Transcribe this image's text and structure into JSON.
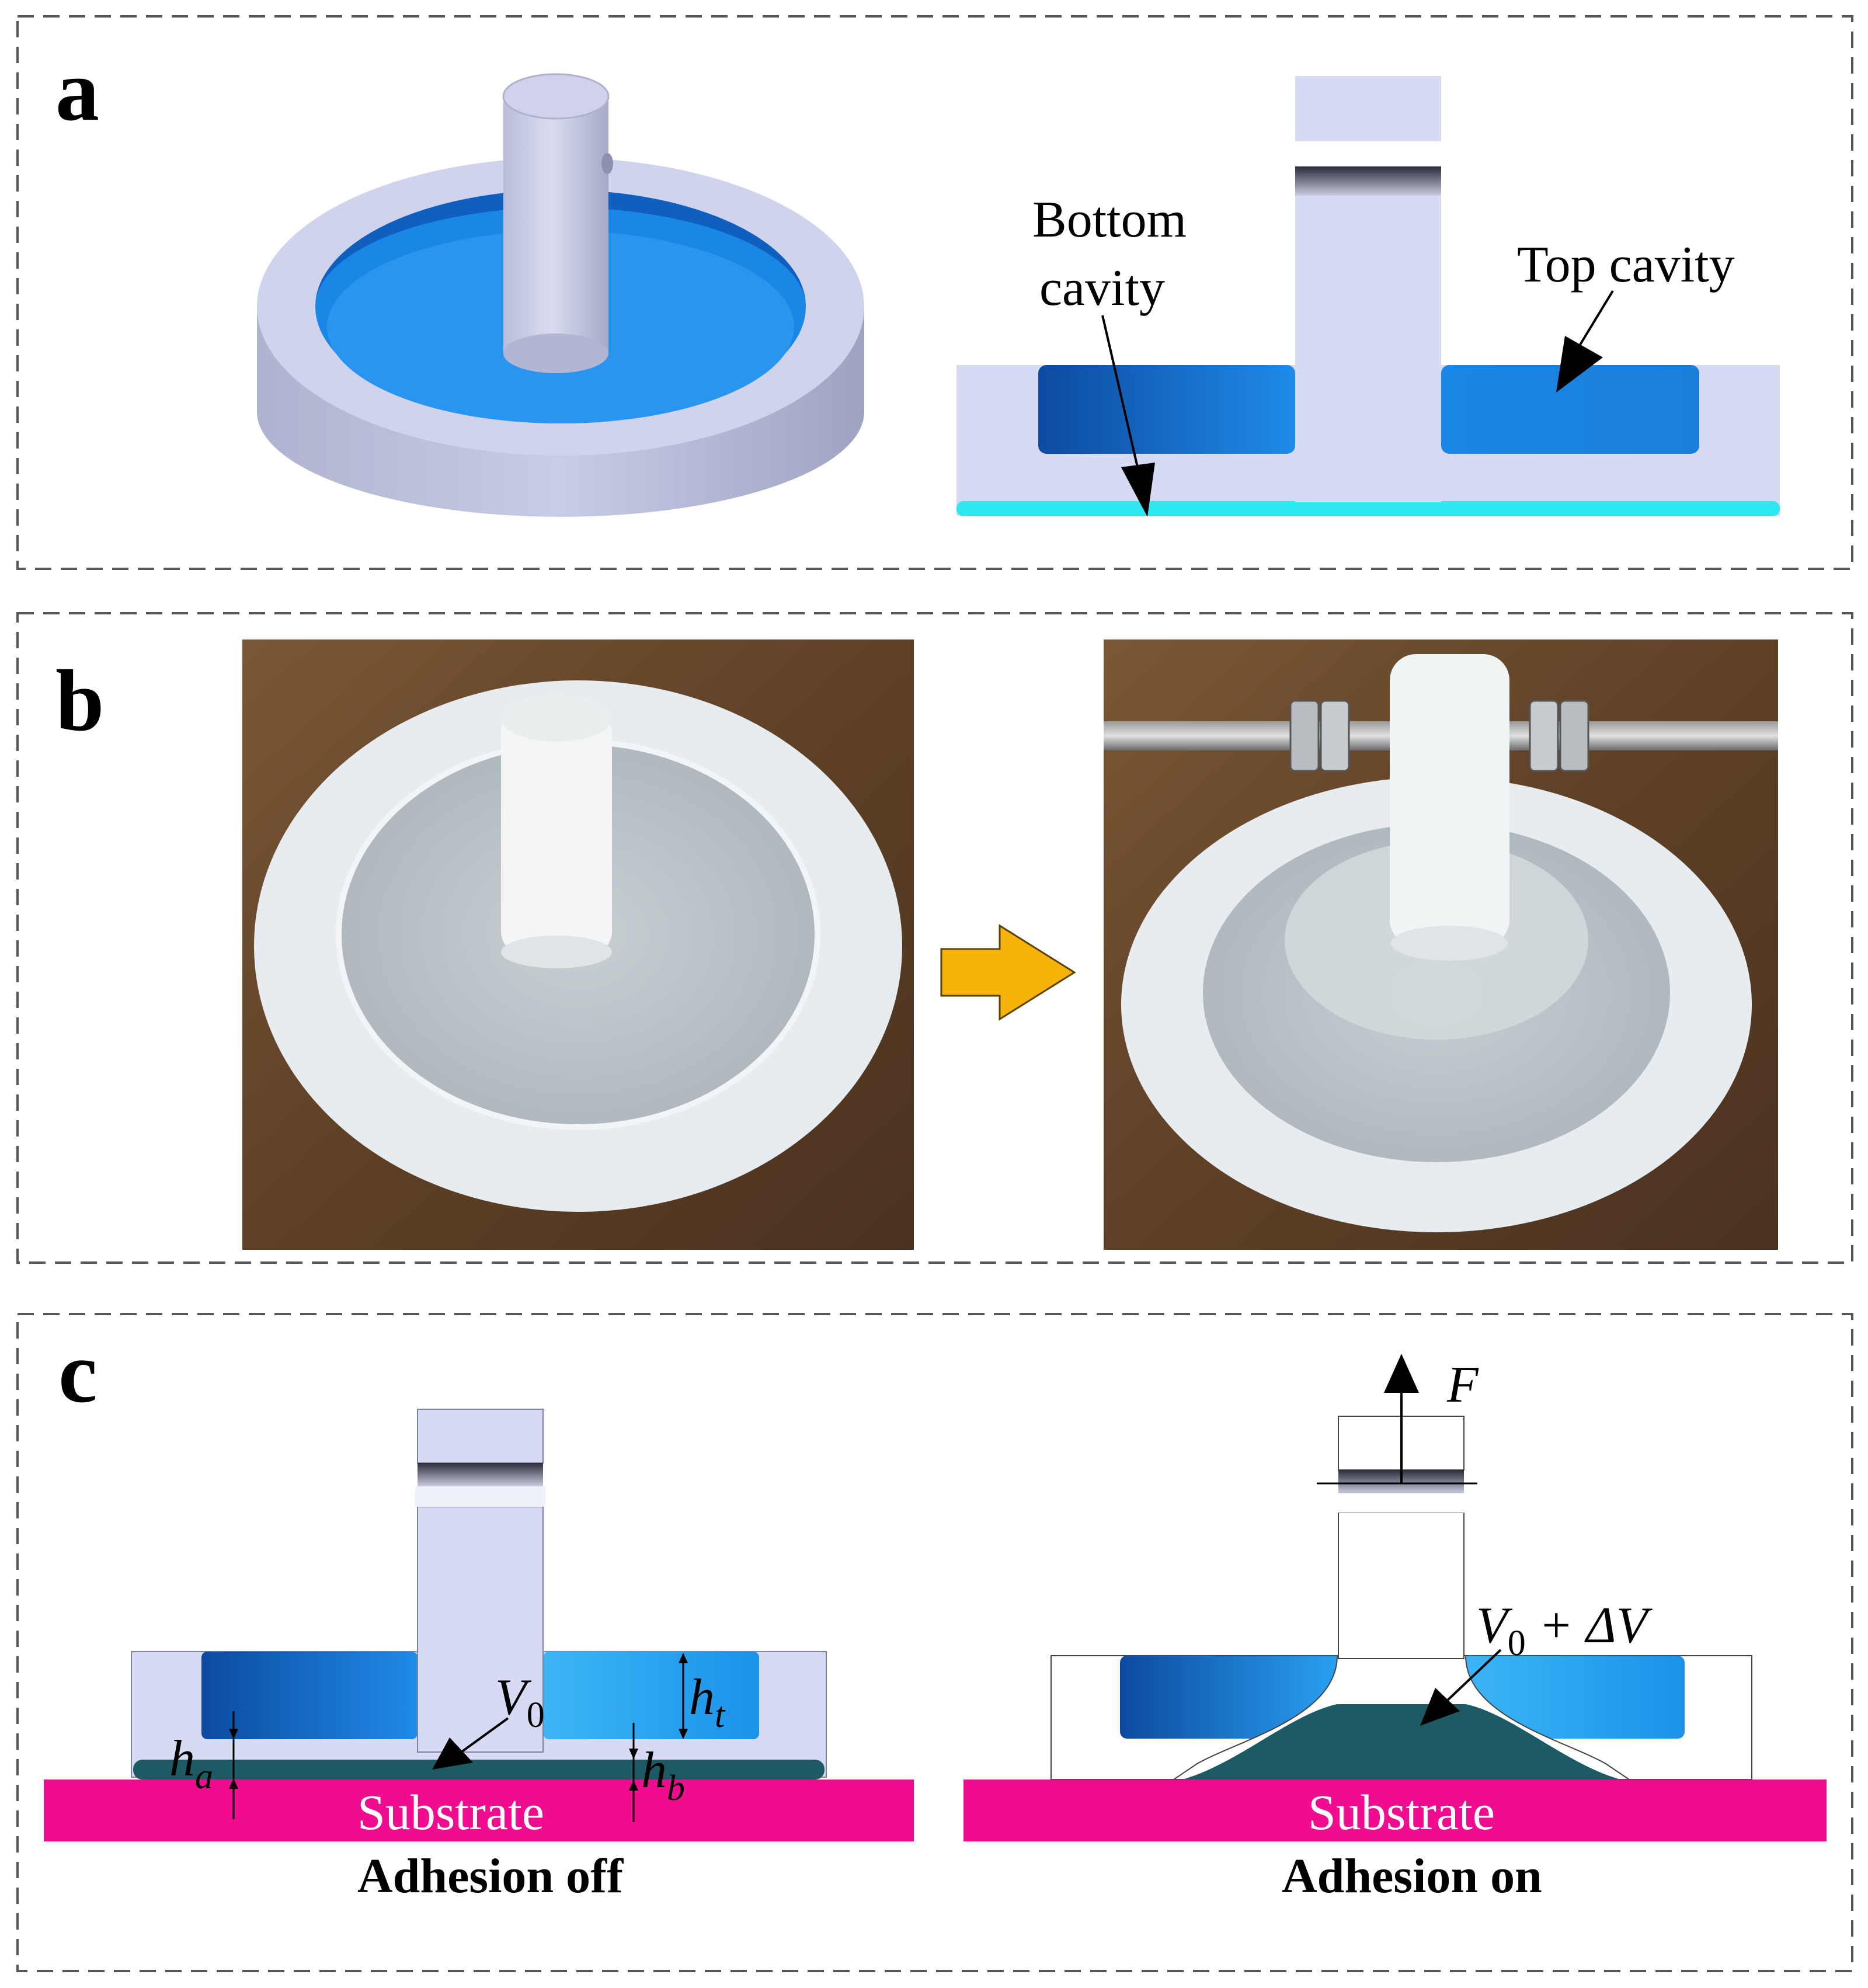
{
  "panels": {
    "a": {
      "letter": "a",
      "bottom_cavity_label_line1": "Bottom",
      "bottom_cavity_label_line2": "cavity",
      "top_cavity_label": "Top cavity"
    },
    "b": {
      "letter": "b"
    },
    "c": {
      "letter": "c",
      "left": {
        "substrate_label": "Substrate",
        "caption": "Adhesion off",
        "volume_symbol": "V",
        "volume_subscript": "0",
        "h_symbol": "h",
        "ht_subscript": "t",
        "ha_subscript": "a",
        "hb_subscript": "b"
      },
      "right": {
        "substrate_label": "Substrate",
        "caption": "Adhesion on",
        "force_symbol": "F",
        "volume_symbol": "V",
        "volume_subscript": "0",
        "volume_increment": " + ΔV"
      }
    }
  },
  "colors": {
    "device_body": "#d6dbf3",
    "cavity_blue": "#1a86e6",
    "cavity_dark": "#0d4fa8",
    "bottom_film": "#2ee8f0",
    "adhesive_fluid": "#1c5a64",
    "substrate": "#f00c8f",
    "arrow_yellow": "#f8b30a",
    "wood": "#6b4a2e"
  },
  "icons": {
    "transition_arrow": "right-arrow-icon",
    "force_arrow": "up-arrow-icon"
  }
}
